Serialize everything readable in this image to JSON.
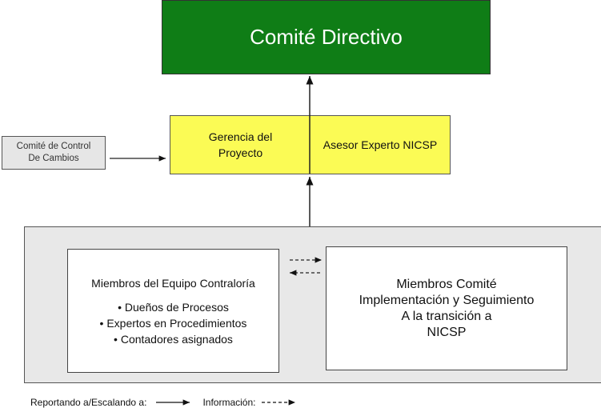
{
  "nodes": {
    "steering": "Comité Directivo",
    "change_control": [
      "Comité de Control",
      "De Cambios"
    ],
    "project_mgmt": [
      "Gerencia del",
      "Proyecto"
    ],
    "advisor": "Asesor Experto NICSP",
    "team": {
      "title": "Miembros del Equipo Contraloría",
      "bullets": [
        "Dueños de Procesos",
        "Expertos en Procedimientos",
        "Contadores asignados"
      ]
    },
    "committee": [
      "Miembros Comité",
      "Implementación y Seguimiento",
      "A la transición a",
      "NICSP"
    ]
  },
  "colors": {
    "steering": "#0f7d16",
    "project": "#fbfb55",
    "container": "#e8e8e8"
  },
  "legend": {
    "reporting": "Reportando a/Escalando a:",
    "information": "Información:"
  }
}
